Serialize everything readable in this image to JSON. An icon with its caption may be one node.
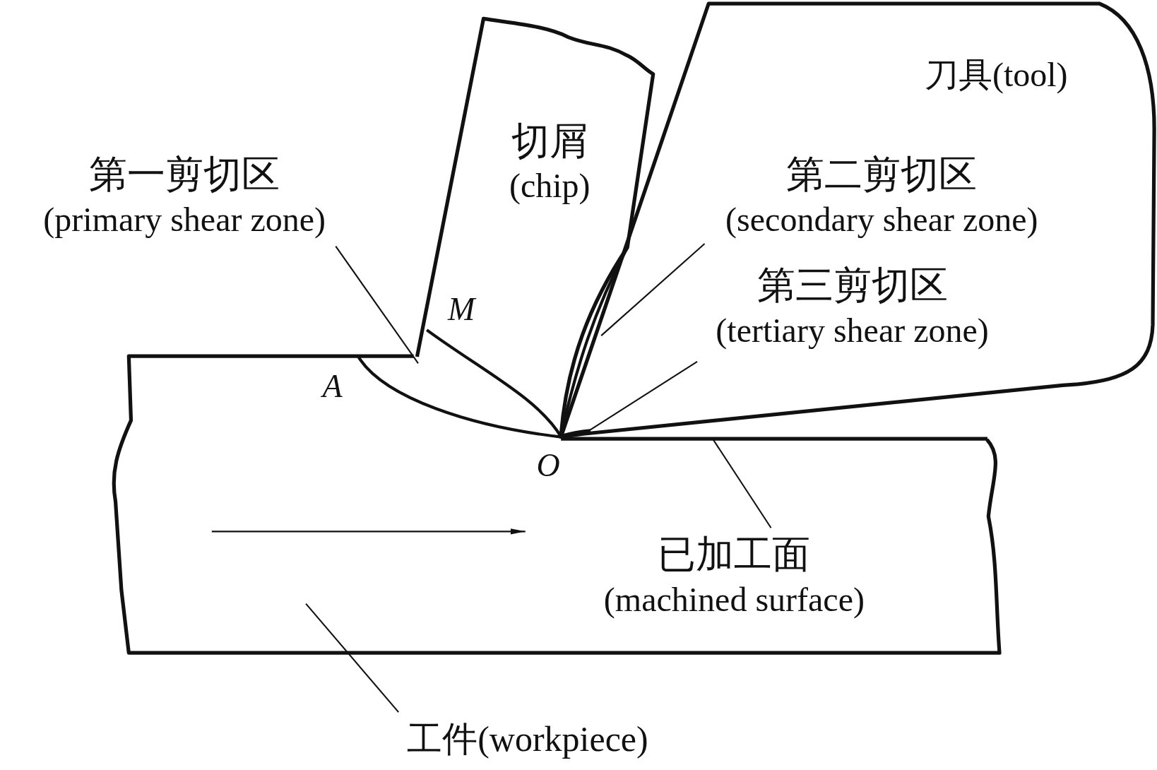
{
  "diagram": {
    "nodes": [
      {
        "text": [
          "切屑",
          "(chip)"
        ]
      },
      {
        "text": [
          "刀具(tool)"
        ]
      },
      {
        "text": [
          "第一剪切区",
          "(primary shear zone)"
        ]
      },
      {
        "text": [
          "第二剪切区",
          "(secondary shear zone)"
        ],
        "in": 1
      },
      {
        "text": [
          "第三剪切区",
          "(tertiary shear zone)"
        ],
        "in": 1
      },
      {
        "text": [],
        "shape": "box"
      },
      {
        "text": [
          "已加工面",
          "(machined surface)"
        ],
        "in": 5
      },
      {
        "text": [
          "工件(workpiece)"
        ]
      },
      {
        "text": [],
        "shape": "region"
      },
      {
        "text": [],
        "shape": "region"
      },
      {
        "text": [],
        "shape": "region"
      },
      {
        "text": [],
        "shape": "line",
        "in": 5
      }
    ],
    "edges": [
      {
        "from": 2,
        "to": 8,
        "arrow": "none"
      },
      {
        "from": 3,
        "to": 9,
        "arrow": "none"
      },
      {
        "from": 4,
        "to": 10,
        "arrow": "none"
      },
      {
        "from": 6,
        "to": 11,
        "arrow": "none"
      },
      {
        "from": 7,
        "to": 5,
        "arrow": "none"
      }
    ],
    "labels": [
      "M",
      "A",
      "O"
    ]
  }
}
